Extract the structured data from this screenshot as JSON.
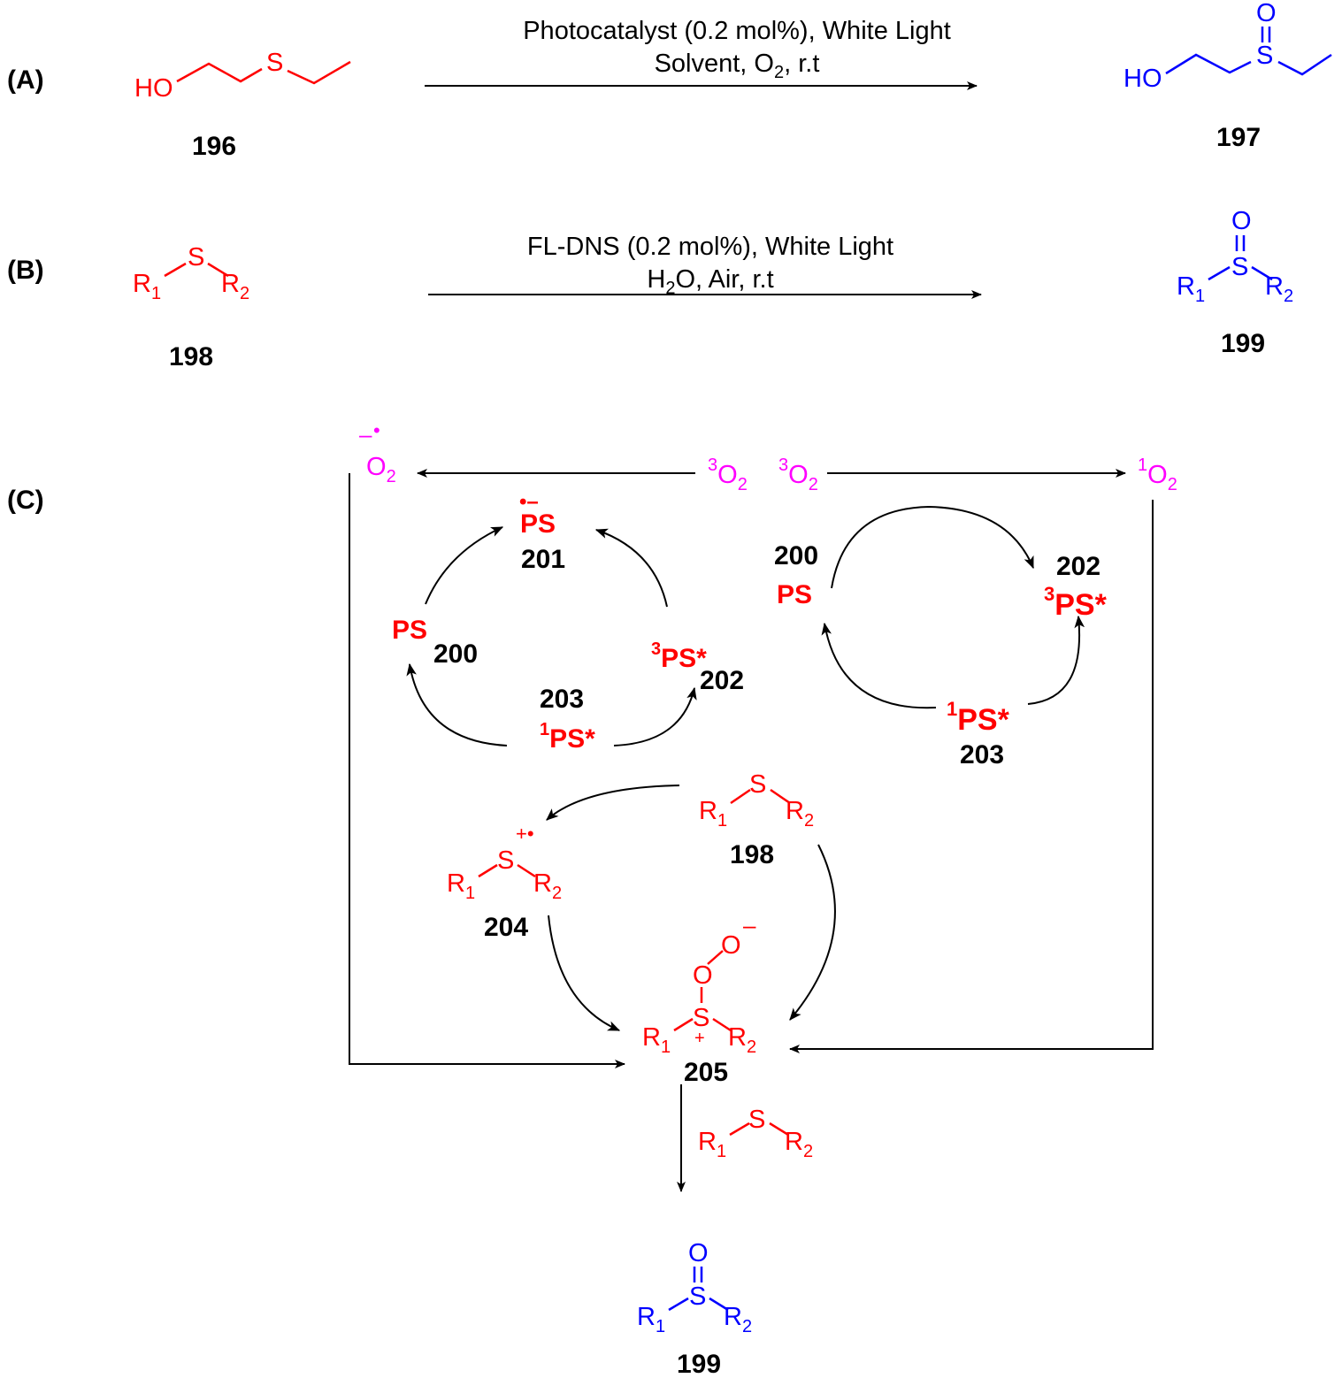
{
  "panels": {
    "a": "(A)",
    "b": "(B)",
    "c": "(C)"
  },
  "scheme_a": {
    "conditions_line1": "Photocatalyst (0.2 mol%), White Light",
    "conditions_line2_pre": "Solvent, O",
    "conditions_line2_sub": "2",
    "conditions_line2_post": ", r.t",
    "reactant_label": "196",
    "product_label": "197",
    "atom_ho": "HO",
    "atom_s": "S",
    "atom_o": "O"
  },
  "scheme_b": {
    "conditions_line1": "FL-DNS (0.2 mol%), White Light",
    "conditions_line2_pre": "H",
    "conditions_line2_sub": "2",
    "conditions_line2_post": "O, Air, r.t",
    "reactant_label": "198",
    "product_label": "199"
  },
  "generic": {
    "r": "R",
    "one": "1",
    "two": "2",
    "s": "S",
    "o": "O"
  },
  "oxygen": {
    "superoxide_charge": "–",
    "superoxide_dot": "•",
    "o": "O",
    "sub": "2",
    "triplet_sup": "3",
    "singlet_sup": "1"
  },
  "cycle_left": {
    "ps_radical_charge": "•–",
    "ps": "PS",
    "label_201": "201",
    "label_200": "200",
    "triplet_sup": "3",
    "triplet_ps": "PS*",
    "label_202": "202",
    "label_203": "203",
    "singlet_sup": "1",
    "singlet_ps": "PS*"
  },
  "cycle_right": {
    "label_200": "200",
    "ps": "PS",
    "label_202": "202",
    "triplet_sup": "3",
    "triplet_ps": "PS*",
    "singlet_sup": "1",
    "singlet_ps": "PS*",
    "label_203": "203"
  },
  "mechanism": {
    "label_198": "198",
    "radical_cation": "+•",
    "label_204": "204",
    "peroxo_charge": "–",
    "plus": "+",
    "label_205": "205",
    "label_199": "199"
  }
}
